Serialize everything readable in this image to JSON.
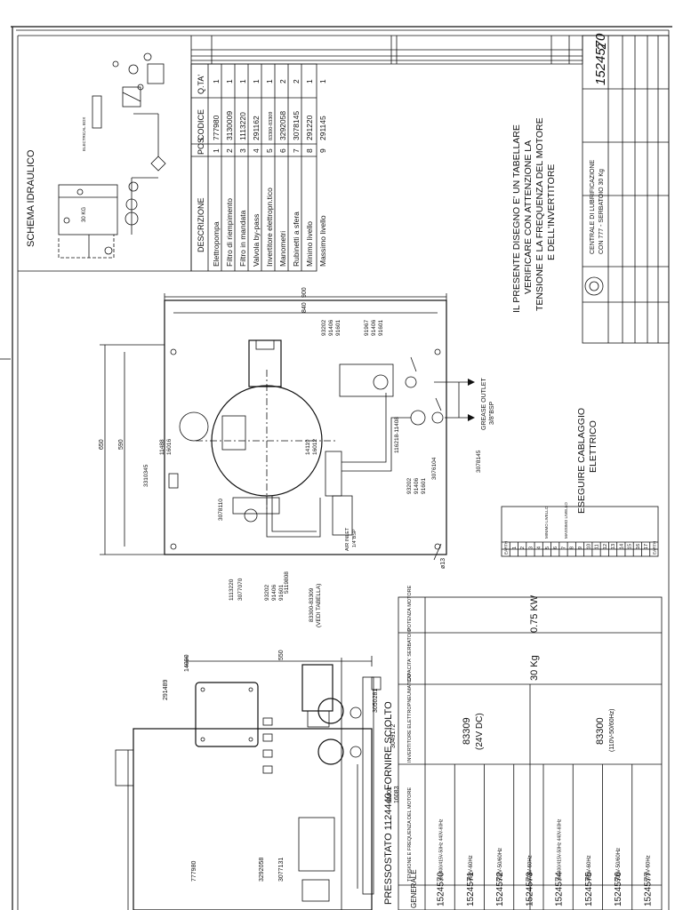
{
  "schema": {
    "title": "SCHEMA IDRAULICO",
    "electrical_box": "ELECTRICAL BOX",
    "tank_label": "30 KG"
  },
  "parts_table": {
    "headers": {
      "desc": "DESCRIZIONE",
      "pos": "POS",
      "code": "CODICE",
      "qty": "Q.TA'"
    },
    "rows": [
      {
        "desc": "Elettropompa",
        "pos": "1",
        "code": "777980",
        "qty": "1"
      },
      {
        "desc": "Filtro di riempimento",
        "pos": "2",
        "code": "3130009",
        "qty": "1"
      },
      {
        "desc": "Filtro in mandata",
        "pos": "3",
        "code": "1113220",
        "qty": "1"
      },
      {
        "desc": "Valvola by-pass",
        "pos": "4",
        "code": "291162",
        "qty": "1"
      },
      {
        "desc": "Invertitore elettropn.tico",
        "pos": "5",
        "code": "83300-83309",
        "qty": "1"
      },
      {
        "desc": "Manometri",
        "pos": "6",
        "code": "3292058",
        "qty": "2"
      },
      {
        "desc": "Rubinetti a sfera",
        "pos": "7",
        "code": "3078145",
        "qty": "2"
      },
      {
        "desc": "Minimo livello",
        "pos": "8",
        "code": "291220",
        "qty": "1"
      },
      {
        "desc": "Massimo livello",
        "pos": "9",
        "code": "291145",
        "qty": "1"
      }
    ]
  },
  "notes": {
    "line1": "IL PRESENTE DISEGNO E' UN TABELLARE",
    "line2": "VERIFICARE CON ATTENZIONE LA",
    "line3": "TENSIONE E LA FREQUENZA DEL MOTORE",
    "line4": "E DELL'INVERTITORE",
    "wiring1": "ESEGUIRE CABLAGGIO",
    "wiring2": "ELETTRICO"
  },
  "title_block": {
    "drawing_number": "1524570",
    "sheet": "2",
    "description1": "CENTRALE DI LUBRIFICAZIONE",
    "description2": "CON 777 - SERBATOIO 30 Kg"
  },
  "plan_view": {
    "dim_900": "900",
    "dim_840": "840",
    "dim_650": "650",
    "dim_590": "590",
    "grease_outlet": "GREASE OUTLET",
    "grease_outlet_size": "3/8\"BSP",
    "air_inlet": "AIR INLET",
    "air_inlet_size": "1/4\"BSP",
    "hole": "ø13",
    "callouts": [
      "3310345",
      "11488",
      "16016",
      "14119",
      "16012",
      "93202",
      "91406",
      "91601",
      "91967",
      "91406",
      "91601",
      "116218-11408",
      "3076104",
      "3078145",
      "93202",
      "91406",
      "91601",
      "3078110",
      "1113220",
      "3077070",
      "93202",
      "91406",
      "91601",
      "5119808",
      "83300-83309",
      "(VEDI TABELLA)"
    ]
  },
  "side_view": {
    "dim_550": "550",
    "callouts": [
      "291489",
      "14090",
      "3050281",
      "3049172",
      "11401",
      "16083",
      "777980",
      "3292058",
      "3077131"
    ]
  },
  "terminal_block": {
    "labels": [
      "EARTH",
      "1",
      "2",
      "3",
      "4",
      "5",
      "6",
      "7",
      "8",
      "9",
      "10",
      "11",
      "12",
      "13",
      "14",
      "15",
      "16",
      "17",
      "EARTH"
    ],
    "min_level": "MINIMO LIVELLO",
    "max_level": "MASSIMO LIVELLO"
  },
  "variants": {
    "title": "PRESSOSTATO 1124440 FORNIRE SCIOLTO",
    "headers": {
      "code": "GENERALE",
      "voltage": "TENSIONE E FREQUENZA DEL MOTORE",
      "inverter": "INVERTITORE ELETTROPNEUMATICO",
      "capacity": "CAPACITA' SERBATOIO",
      "power": "POTENZA MOTORE"
    },
    "rows": [
      {
        "code": "1524570",
        "voltage": "380/400/415V-50Hz 440V-60Hz"
      },
      {
        "code": "1524571",
        "voltage": "460V-60Hz"
      },
      {
        "code": "1524572",
        "voltage": "500V-50/60Hz"
      },
      {
        "code": "1524573",
        "voltage": "575V-60Hz"
      },
      {
        "code": "1524574",
        "voltage": "380/400/415V-50Hz 440V-60Hz"
      },
      {
        "code": "1524575",
        "voltage": "460V-60Hz"
      },
      {
        "code": "1524576",
        "voltage": "500V-50/60Hz"
      },
      {
        "code": "1524577",
        "voltage": "575V-60Hz"
      }
    ],
    "inverter_a": "83309",
    "inverter_a_sub": "(24V DC)",
    "inverter_b": "83300",
    "inverter_b_sub": "(110V-50/60Hz)",
    "capacity": "30 Kg",
    "power": "0.75 KW"
  }
}
